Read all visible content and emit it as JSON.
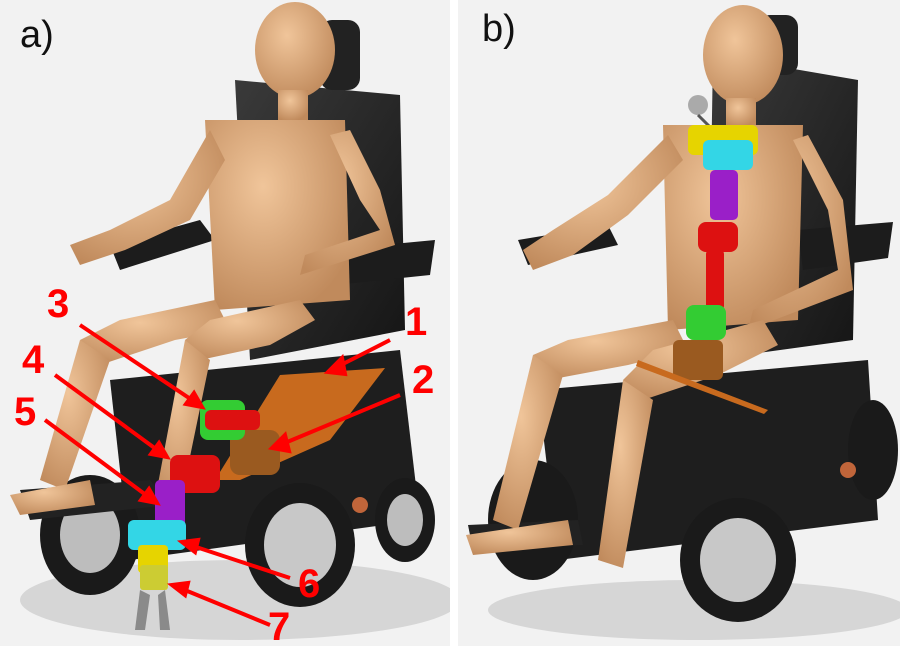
{
  "panel_a": {
    "label": "a)",
    "callouts": [
      "1",
      "2",
      "3",
      "4",
      "5",
      "6",
      "7"
    ]
  },
  "panel_b": {
    "label": "b)"
  },
  "colors": {
    "arrow": "#ff0000",
    "mannequin": "#d9a87a",
    "wheelchair": "#2b2b2b",
    "mount_plate": "#c86a1e",
    "joint_green": "#33cc33",
    "joint_red": "#dd1111",
    "link_purple": "#9a1fc8",
    "joint_cyan": "#33d6e6",
    "joint_yellow": "#e6d400"
  }
}
